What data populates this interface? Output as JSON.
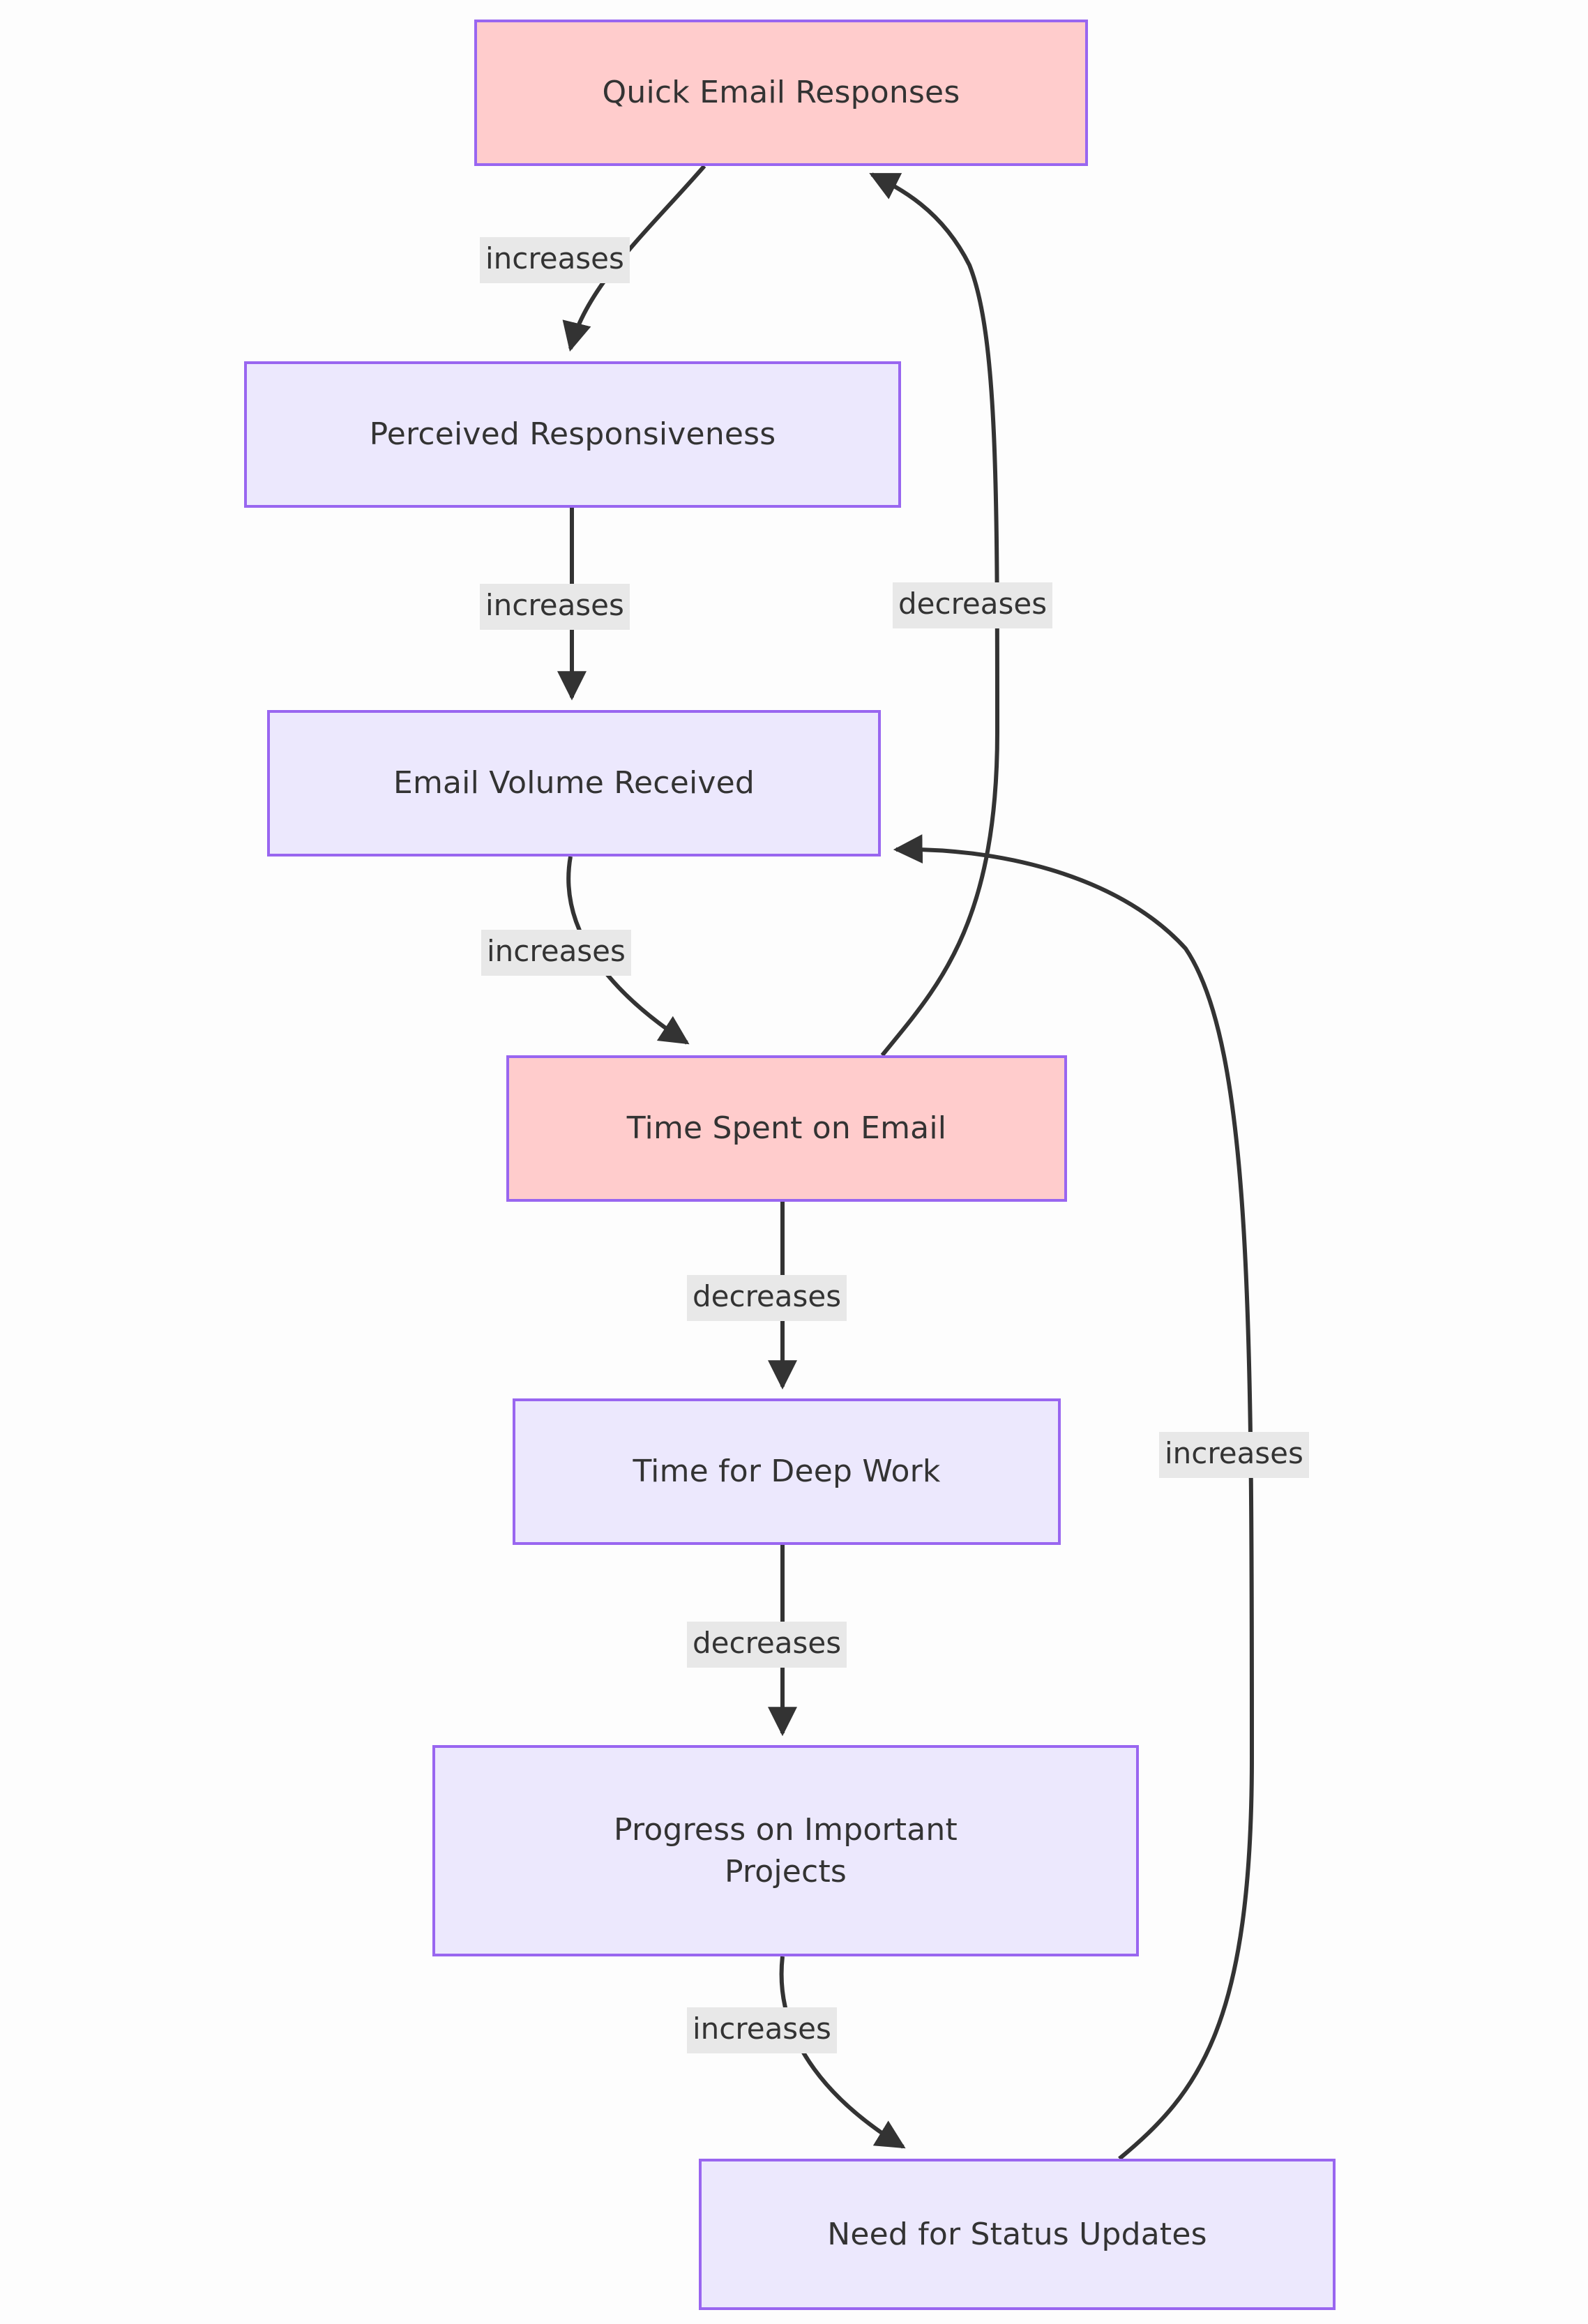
{
  "diagram": {
    "type": "flowchart",
    "orientation": "top-down",
    "background_color": "#fdfdfd",
    "node_border_color": "#9966f0",
    "edge_color": "#333333",
    "label_background_color": "#e8e8e8",
    "nodes": [
      {
        "id": "quick_email_responses",
        "label": "Quick Email Responses",
        "fill": "#ffcccc",
        "style": "pink"
      },
      {
        "id": "perceived_responsiveness",
        "label": "Perceived Responsiveness",
        "fill": "#ece8fd",
        "style": "purple"
      },
      {
        "id": "email_volume_received",
        "label": "Email Volume Received",
        "fill": "#ece8fd",
        "style": "purple"
      },
      {
        "id": "time_spent_on_email",
        "label": "Time Spent on Email",
        "fill": "#ffcccc",
        "style": "pink"
      },
      {
        "id": "time_for_deep_work",
        "label": "Time for Deep Work",
        "fill": "#ece8fd",
        "style": "purple"
      },
      {
        "id": "progress_on_important_projects",
        "label": "Progress on Important Projects",
        "line1": "Progress on Important",
        "line2": "Projects",
        "fill": "#ece8fd",
        "style": "purple"
      },
      {
        "id": "need_for_status_updates",
        "label": "Need for Status Updates",
        "fill": "#ece8fd",
        "style": "purple"
      }
    ],
    "edges": [
      {
        "id": "e1",
        "from": "quick_email_responses",
        "to": "perceived_responsiveness",
        "label": "increases"
      },
      {
        "id": "e2",
        "from": "perceived_responsiveness",
        "to": "email_volume_received",
        "label": "increases"
      },
      {
        "id": "e3",
        "from": "email_volume_received",
        "to": "time_spent_on_email",
        "label": "increases"
      },
      {
        "id": "e4",
        "from": "time_spent_on_email",
        "to": "time_for_deep_work",
        "label": "decreases"
      },
      {
        "id": "e5",
        "from": "time_for_deep_work",
        "to": "progress_on_important_projects",
        "label": "decreases"
      },
      {
        "id": "e6",
        "from": "progress_on_important_projects",
        "to": "need_for_status_updates",
        "label": "increases"
      },
      {
        "id": "e7",
        "from": "need_for_status_updates",
        "to": "email_volume_received",
        "label": "increases"
      },
      {
        "id": "e8",
        "from": "time_spent_on_email",
        "to": "quick_email_responses",
        "label": "decreases"
      }
    ]
  }
}
